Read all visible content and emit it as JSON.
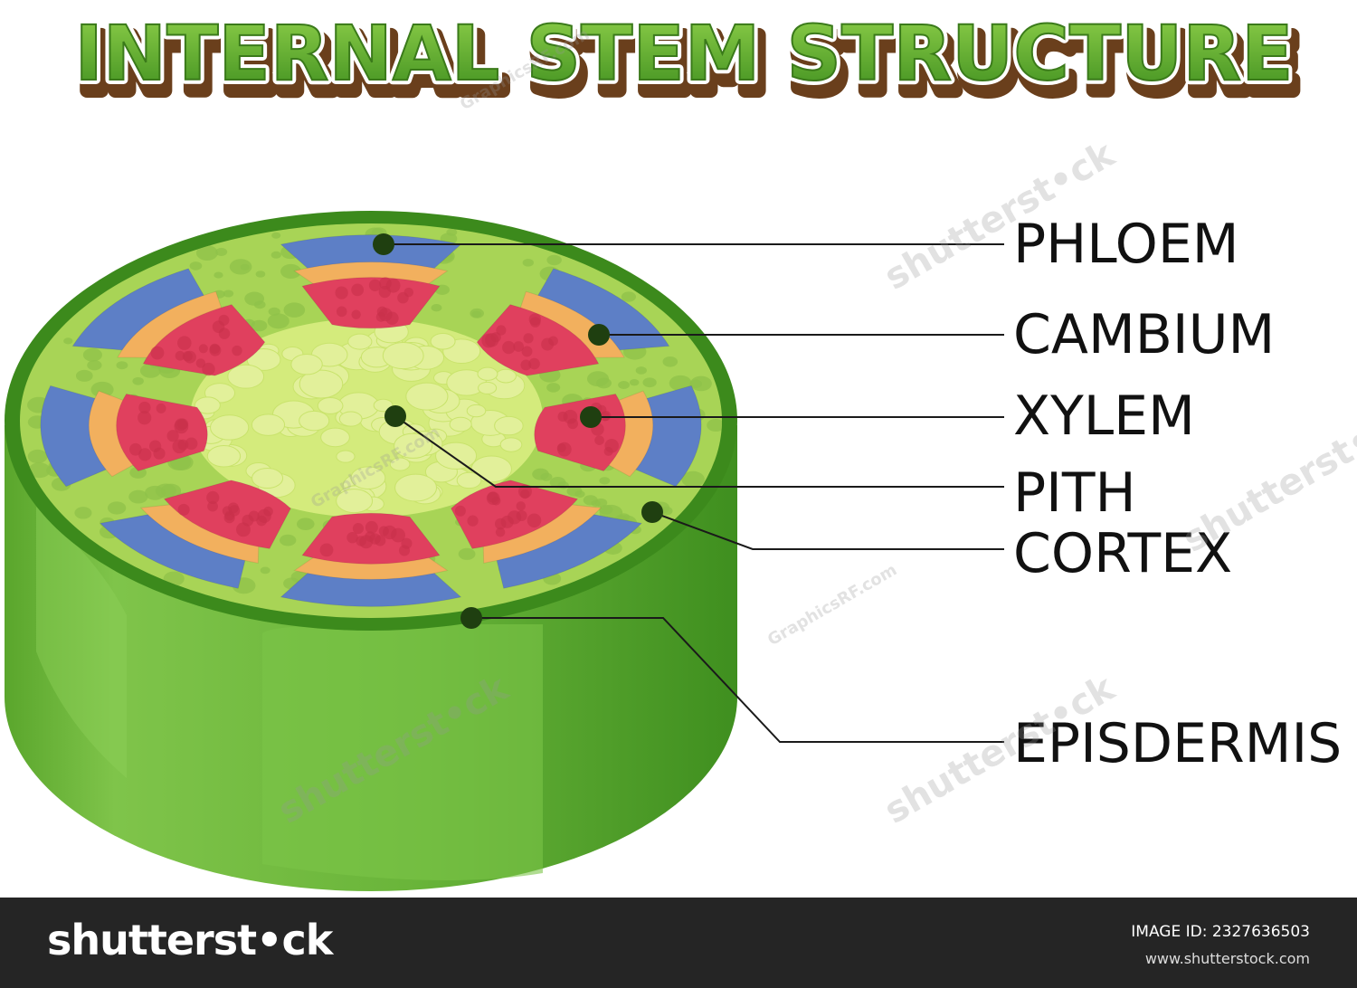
{
  "title": "INTERNAL STEM STRUCTURE",
  "labels": {
    "phloem": "PHLOEM",
    "cambium": "CAMBIUM",
    "xylem": "XYLEM",
    "pith": "PITH",
    "cortex": "CORTEX",
    "epidermis": "EPISDERMIS"
  },
  "watermarks": {
    "shutterstock": "shutterst•ck",
    "graphicsrf": "GraphicsRF.com"
  },
  "footer": {
    "logo": "shutterst•ck",
    "image_id": "IMAGE ID: 2327636503",
    "url": "www.shutterstock.com"
  },
  "colors": {
    "stem_dark": "#3f8f1f",
    "stem_side": "#69b43a",
    "cortex": "#a8d456",
    "pith": "#e2f09a",
    "xylem": "#e0405e",
    "cambium": "#f2b05e",
    "phloem": "#5d7fc6",
    "title_fill": "#5fae2e",
    "title_outline": "#7a4a22"
  }
}
